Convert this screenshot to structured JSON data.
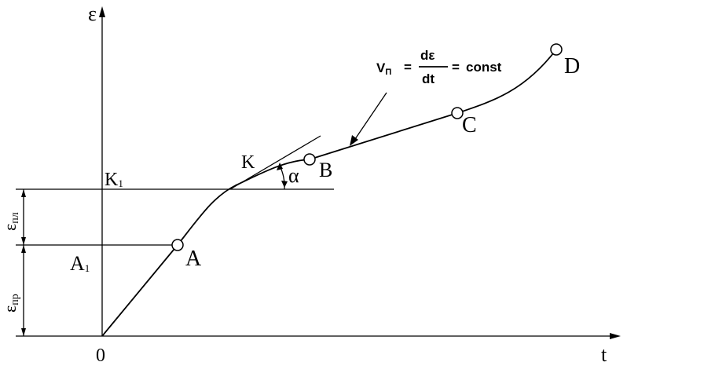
{
  "axes": {
    "y_label": "ε",
    "x_label": "t",
    "origin_label": "0"
  },
  "points": {
    "A": "A",
    "B": "B",
    "C": "C",
    "D": "D",
    "K": "K"
  },
  "projections": {
    "k1_main": "K",
    "k1_sub": "1",
    "a1_main": "A",
    "a1_sub": "1"
  },
  "angle_label": "α",
  "strain_labels": {
    "upper_main": "ε",
    "upper_sub": "пл",
    "lower_main": "ε",
    "lower_sub": "пр"
  },
  "formula": {
    "v_main": "V",
    "v_sub": "П",
    "eq1": "=",
    "numerator": "dε",
    "denominator": "dt",
    "eq2": "=",
    "const": "const"
  }
}
